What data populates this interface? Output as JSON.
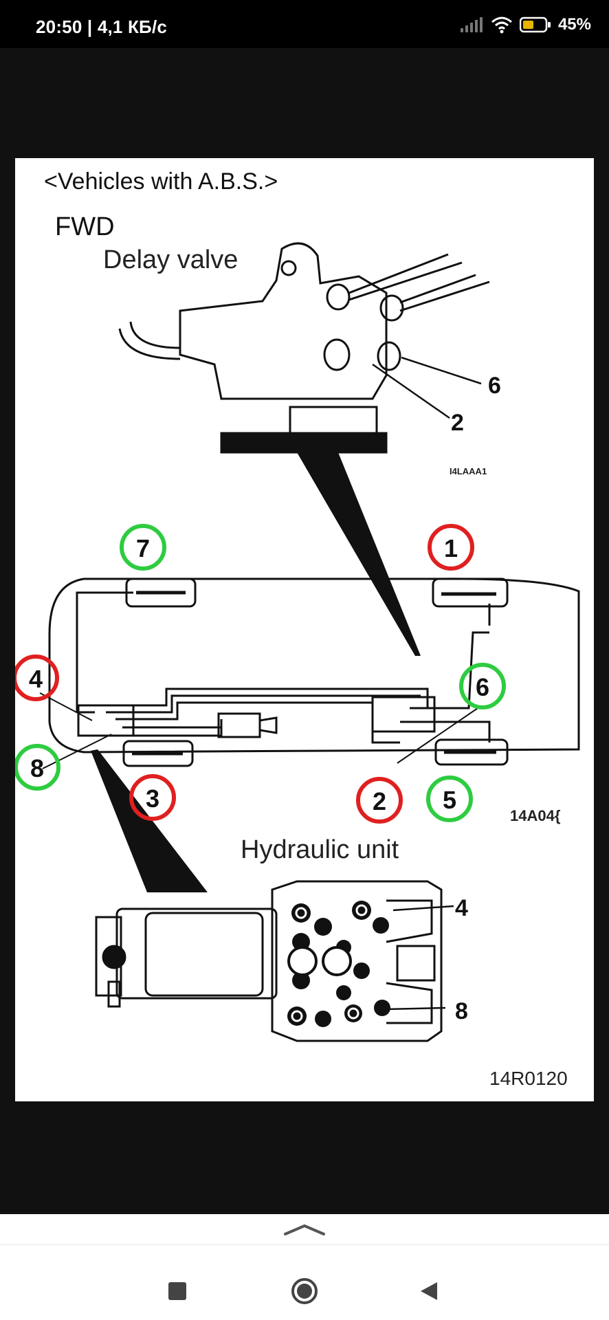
{
  "status_bar": {
    "time_speed": "20:50 | 4,1 КБ/с",
    "battery_percent": "45%",
    "icons": [
      "signal-icon",
      "wifi-icon",
      "battery-icon"
    ]
  },
  "diagram": {
    "heading": "<Vehicles with A.B.S.>",
    "fwd_label": "FWD",
    "delay_valve_label": "Delay valve",
    "hydraulic_unit_label": "Hydraulic unit",
    "codes": {
      "top_small": "I4LAAA1",
      "middle": "14A04{",
      "bottom": "14R0120"
    },
    "callouts": {
      "delay_valve_6": "6",
      "delay_valve_2": "2",
      "hydraulic_4": "4",
      "hydraulic_8": "8"
    },
    "circled_markers": [
      {
        "label": "7",
        "color": "#2ecc40"
      },
      {
        "label": "1",
        "color": "#e02020"
      },
      {
        "label": "4",
        "color": "#e02020"
      },
      {
        "label": "6",
        "color": "#2ecc40"
      },
      {
        "label": "8",
        "color": "#2ecc40"
      },
      {
        "label": "3",
        "color": "#e02020"
      },
      {
        "label": "2",
        "color": "#e02020"
      },
      {
        "label": "5",
        "color": "#2ecc40"
      }
    ]
  },
  "colors": {
    "red_marker": "#e02020",
    "green_marker": "#2ecc40"
  },
  "navigation": {
    "buttons": [
      "recent-apps",
      "home",
      "back"
    ]
  }
}
